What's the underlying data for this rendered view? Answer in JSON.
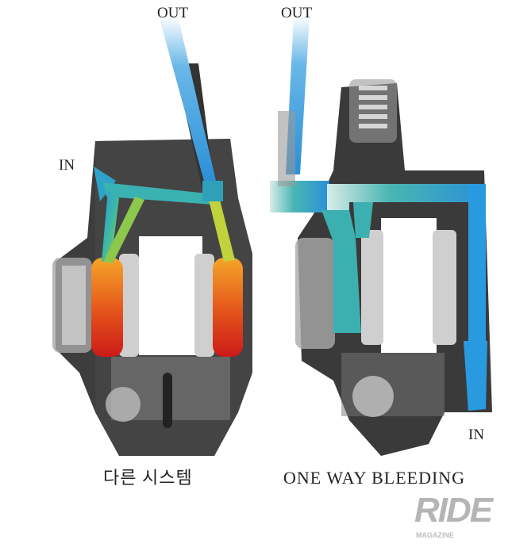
{
  "left_diagram": {
    "out_label": "OUT",
    "in_label": "IN",
    "caption": "다른 시스템"
  },
  "right_diagram": {
    "out_label": "OUT",
    "in_label": "IN",
    "caption": "ONE WAY BLEEDING"
  },
  "watermark": {
    "brand": "RIDE",
    "sub": "MAGAZINE"
  },
  "colors": {
    "fluid_blue": "#2a9fe0",
    "fluid_teal": "#3bb8b0",
    "heat_red": "#d0201a",
    "heat_orange": "#f08a20",
    "body_dark": "#3a3a3a"
  }
}
